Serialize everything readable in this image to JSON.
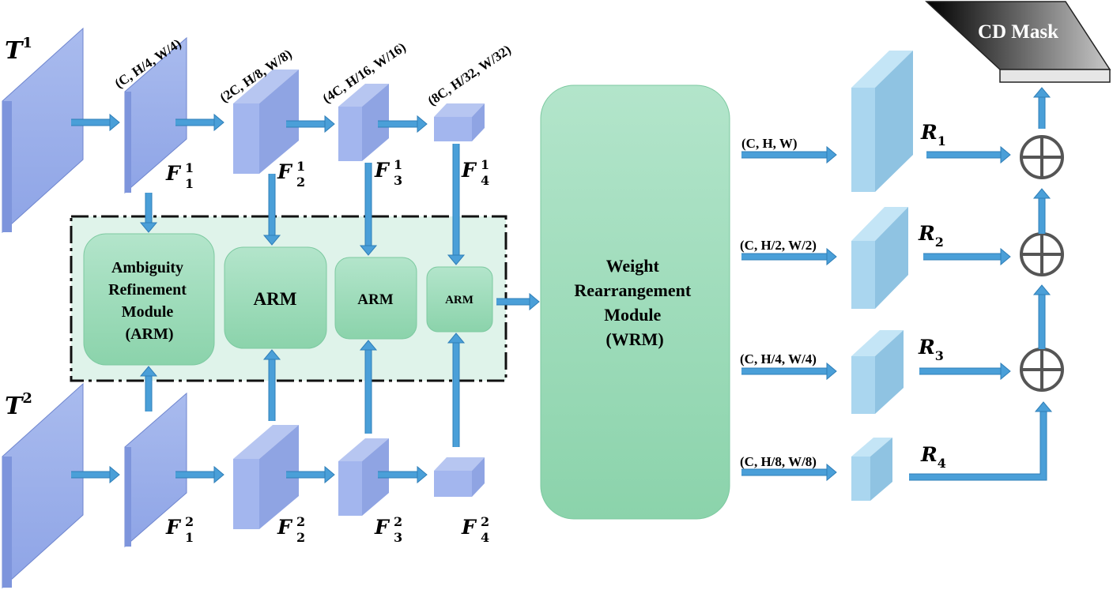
{
  "inputs": {
    "t1": {
      "base": "T",
      "sup": "1"
    },
    "t2": {
      "base": "T",
      "sup": "2"
    }
  },
  "dims_top": {
    "f1": "(C, H/4, W/4)",
    "f2": "(2C, H/8, W/8)",
    "f3": "(4C, H/16, W/16)",
    "f4": "(8C, H/32, W/32)"
  },
  "features_top": [
    {
      "base": "F",
      "sup": "1",
      "sub": "1"
    },
    {
      "base": "F",
      "sup": "1",
      "sub": "2"
    },
    {
      "base": "F",
      "sup": "1",
      "sub": "3"
    },
    {
      "base": "F",
      "sup": "1",
      "sub": "4"
    }
  ],
  "features_bottom": [
    {
      "base": "F",
      "sup": "2",
      "sub": "1"
    },
    {
      "base": "F",
      "sup": "2",
      "sub": "2"
    },
    {
      "base": "F",
      "sup": "2",
      "sub": "3"
    },
    {
      "base": "F",
      "sup": "2",
      "sub": "4"
    }
  ],
  "arm": {
    "main": [
      "Ambiguity",
      "Refinement",
      "Module",
      "(ARM)"
    ],
    "b2": "ARM",
    "b3": "ARM",
    "b4": "ARM"
  },
  "wrm": [
    "Weight",
    "Rearrangement",
    "Module",
    "(WRM)"
  ],
  "outputs": {
    "dims": [
      "(C, H, W)",
      "(C, H/2, W/2)",
      "(C, H/4, W/4)",
      "(C, H/8, W/8)"
    ],
    "labels": [
      {
        "base": "R",
        "sub": "1"
      },
      {
        "base": "R",
        "sub": "2"
      },
      {
        "base": "R",
        "sub": "3"
      },
      {
        "base": "R",
        "sub": "4"
      }
    ]
  },
  "cd_mask": "CD Mask",
  "colors": {
    "feature_blue": "#9fb3ea",
    "output_blue": "#a9d6f0",
    "arrow_blue": "#4a9fd8",
    "module_green": "#9ad8b5",
    "arm_panel": "#dff3ea"
  }
}
